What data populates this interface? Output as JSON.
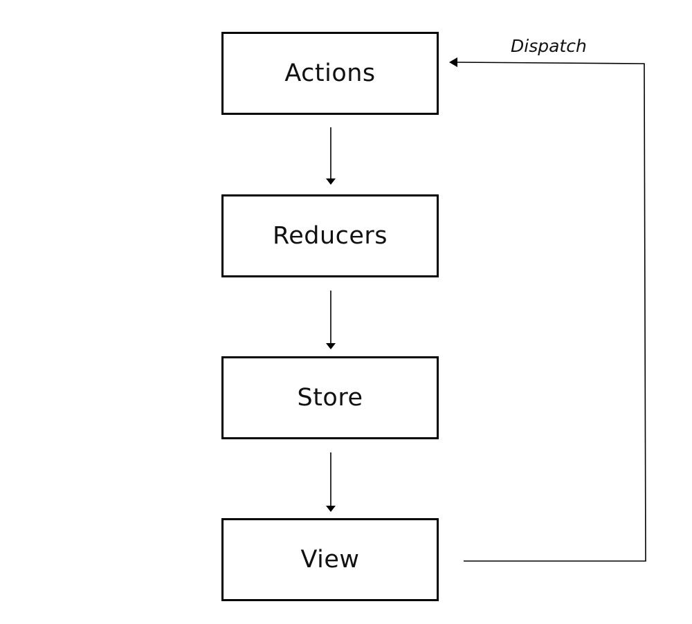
{
  "diagram": {
    "nodes": [
      {
        "id": "actions",
        "label": "Actions"
      },
      {
        "id": "reducers",
        "label": "Reducers"
      },
      {
        "id": "store",
        "label": "Store"
      },
      {
        "id": "view",
        "label": "View"
      }
    ],
    "edges": [
      {
        "from": "actions",
        "to": "reducers",
        "label": ""
      },
      {
        "from": "reducers",
        "to": "store",
        "label": ""
      },
      {
        "from": "store",
        "to": "view",
        "label": ""
      },
      {
        "from": "view",
        "to": "actions",
        "label": "Dispatch"
      }
    ],
    "colors": {
      "stroke": "#000000",
      "text": "#111111",
      "background": "#ffffff"
    }
  }
}
